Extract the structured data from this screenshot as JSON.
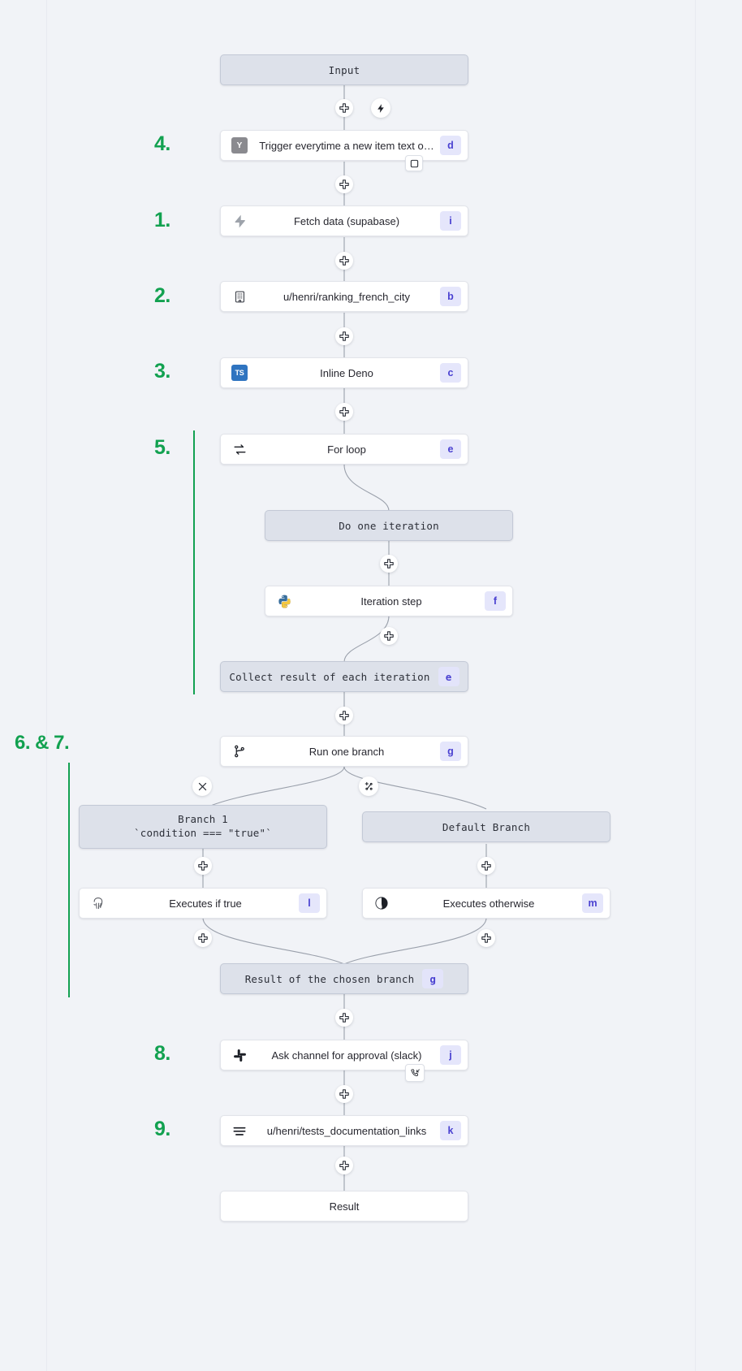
{
  "diagram": {
    "type": "workflow-flowchart",
    "background": "#f1f3f7",
    "accent_green": "#12a150",
    "tag_bg": "#e5e6fb",
    "tag_fg": "#4a41d1",
    "step_numbers": [
      {
        "label": "4.",
        "target": "trigger-node"
      },
      {
        "label": "1.",
        "target": "fetch-data-node"
      },
      {
        "label": "2.",
        "target": "ranking-french-city-node"
      },
      {
        "label": "3.",
        "target": "inline-deno-node"
      },
      {
        "label": "5.",
        "target": "for-loop-group"
      },
      {
        "label": "6. & 7.",
        "target": "branch-group"
      },
      {
        "label": "8.",
        "target": "slack-approval-node"
      },
      {
        "label": "9.",
        "target": "tests-documentation-links-node"
      }
    ],
    "nodes": [
      {
        "id": "input",
        "label": "Input",
        "style": "grey",
        "icon": null,
        "tag": null
      },
      {
        "id": "trigger",
        "label": "Trigger everytime a new item text o…",
        "style": "white",
        "icon": "yaml-tile-icon",
        "tag": "d"
      },
      {
        "id": "fetch",
        "label": "Fetch data (supabase)",
        "style": "white",
        "icon": "supabase-icon",
        "tag": "i"
      },
      {
        "id": "ranking",
        "label": "u/henri/ranking_french_city",
        "style": "white",
        "icon": "building-icon",
        "tag": "b"
      },
      {
        "id": "inline_deno",
        "label": "Inline Deno",
        "style": "white",
        "icon": "typescript-icon",
        "tag": "c"
      },
      {
        "id": "for_loop",
        "label": "For loop",
        "style": "white",
        "icon": "loop-icon",
        "tag": "e"
      },
      {
        "id": "do_one_iteration",
        "label": "Do one iteration",
        "style": "grey",
        "icon": null,
        "tag": null
      },
      {
        "id": "iteration_step",
        "label": "Iteration step",
        "style": "white",
        "icon": "python-icon",
        "tag": "f"
      },
      {
        "id": "collect_result",
        "label": "Collect result of each iteration",
        "style": "grey",
        "icon": null,
        "tag": "e"
      },
      {
        "id": "run_one_branch",
        "label": "Run one branch",
        "style": "white",
        "icon": "branch-icon",
        "tag": "g"
      },
      {
        "id": "branch_1",
        "label": "Branch 1",
        "label2": "`condition === \"true\"`",
        "style": "grey",
        "icon": null,
        "tag": null
      },
      {
        "id": "default_branch",
        "label": "Default Branch",
        "style": "grey",
        "icon": null,
        "tag": null
      },
      {
        "id": "executes_if_true",
        "label": "Executes if true",
        "style": "white",
        "icon": "postgres-icon",
        "tag": "l"
      },
      {
        "id": "executes_otherwise",
        "label": "Executes otherwise",
        "style": "white",
        "icon": "deno-icon",
        "tag": "m"
      },
      {
        "id": "result_chosen",
        "label": "Result of the chosen branch",
        "style": "grey",
        "icon": null,
        "tag": "g"
      },
      {
        "id": "slack_approval",
        "label": "Ask channel for approval (slack)",
        "style": "white",
        "icon": "slack-icon",
        "tag": "j"
      },
      {
        "id": "tests_docs",
        "label": "u/henri/tests_documentation_links",
        "style": "white",
        "icon": "list-icon",
        "tag": "k"
      },
      {
        "id": "result",
        "label": "Result",
        "style": "white",
        "icon": null,
        "tag": null
      }
    ],
    "inline_badges": [
      {
        "id": "trigger-lightning",
        "icon": "lightning-icon"
      },
      {
        "id": "trigger-square",
        "icon": "square-icon"
      },
      {
        "id": "approval-callback",
        "icon": "phone-callback-icon"
      },
      {
        "id": "branch-delete",
        "icon": "x-icon"
      },
      {
        "id": "branch-add",
        "icon": "add-branch-icon"
      }
    ],
    "add_buttons_count": 13,
    "add_button_icon": "plus-icon"
  }
}
